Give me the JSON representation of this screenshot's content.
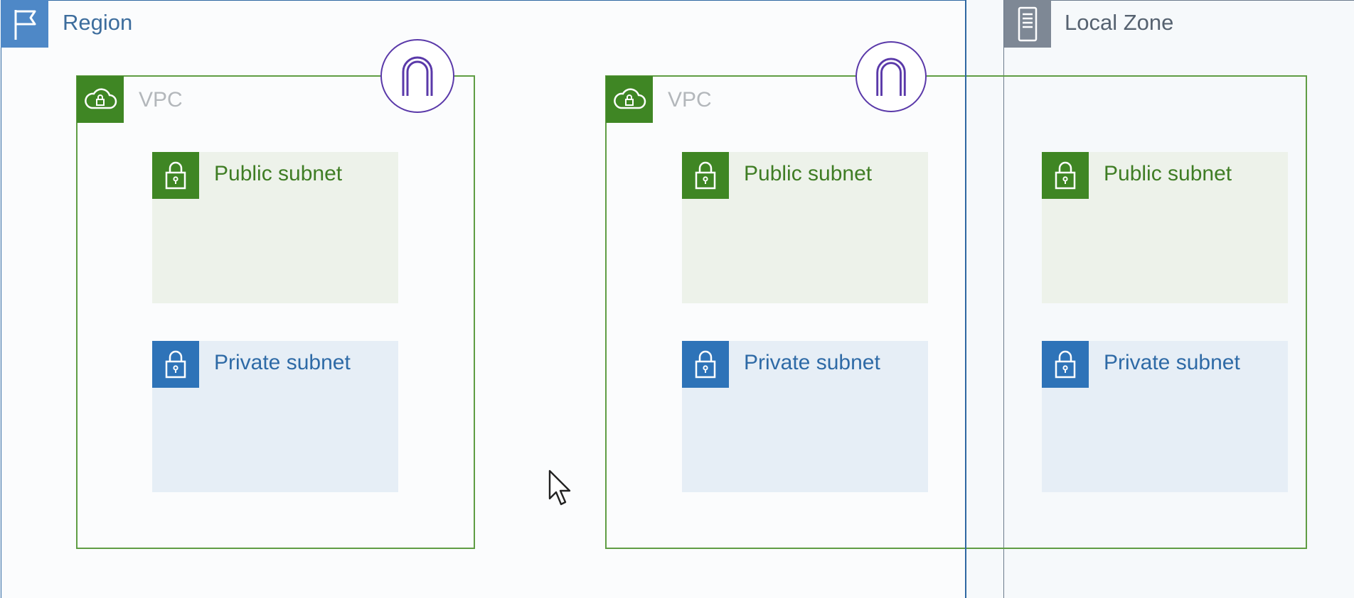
{
  "region": {
    "label": "Region",
    "icon": "flag-icon",
    "color": "#4e88c7"
  },
  "local_zone": {
    "label": "Local Zone",
    "icon": "server-icon",
    "color": "#7e8895"
  },
  "vpcs": [
    {
      "label": "VPC",
      "public_subnet": "Public subnet",
      "private_subnet": "Private subnet"
    },
    {
      "label": "VPC",
      "public_subnet": "Public subnet",
      "private_subnet": "Private subnet"
    }
  ],
  "local_zone_subnets": {
    "public_subnet": "Public subnet",
    "private_subnet": "Private subnet"
  },
  "colors": {
    "vpc_green": "#3f8624",
    "private_blue": "#2e73b8",
    "gateway_purple": "#5a39a9"
  }
}
